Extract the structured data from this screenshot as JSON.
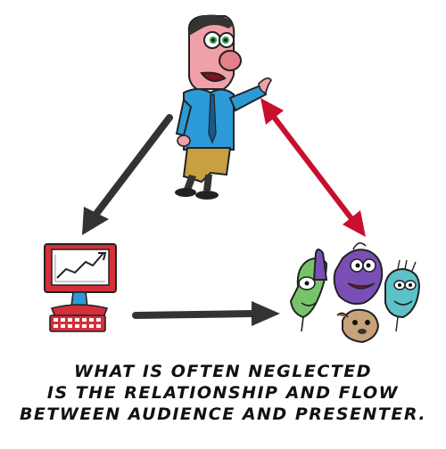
{
  "caption": {
    "line1": "WHAT IS OFTEN NEGLECTED",
    "line2": "IS THE RELATIONSHIP AND FLOW",
    "line3": "BETWEEN AUDIENCE AND PRESENTER."
  },
  "colors": {
    "dark_arrow": "#333333",
    "red_arrow": "#c8102e",
    "presenter_shirt": "#2c9ad6",
    "presenter_pants": "#c8a040",
    "presenter_skin": "#f0a0a8",
    "monitor_red": "#d42f3a",
    "audience_purple": "#7a4fb5",
    "audience_teal": "#5cc2c8",
    "audience_green": "#76c46a"
  },
  "icons": [
    "presenter-figure-icon",
    "computer-screen-icon",
    "audience-group-icon"
  ]
}
